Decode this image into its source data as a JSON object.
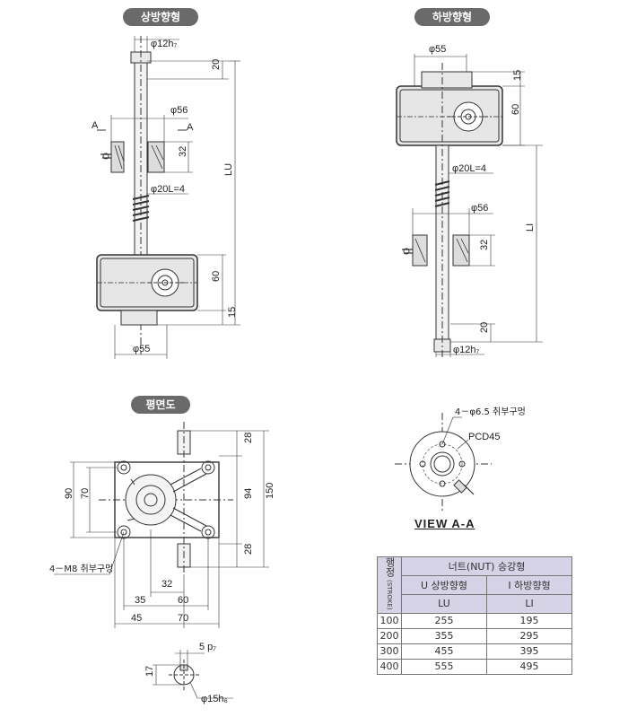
{
  "labels": {
    "upper_type": "상방향형",
    "lower_type": "하방향형",
    "plan_view": "평면도",
    "view_aa": "VIEW A-A"
  },
  "upper": {
    "d12h7": "φ12h₇",
    "d56": "φ56",
    "d20l4": "φ20L=4",
    "d55": "φ55",
    "dim_20": "20",
    "dim_32": "32",
    "dim_60": "60",
    "dim_15": "15",
    "lu": "LU",
    "a": "A"
  },
  "lower": {
    "d55": "φ55",
    "d20l4": "φ20L=4",
    "d56": "φ56",
    "d12h7": "φ12h₇",
    "dim_15": "15",
    "dim_60": "60",
    "dim_32": "32",
    "dim_20": "20",
    "li": "LI"
  },
  "plan": {
    "dim_28_top": "28",
    "dim_94": "94",
    "dim_150": "150",
    "dim_28_bottom": "28",
    "dim_90": "90",
    "dim_70_left": "70",
    "dim_32": "32",
    "dim_35": "35",
    "dim_60": "60",
    "dim_45": "45",
    "dim_70_bottom": "70",
    "m8": "4－M8 취부구멍",
    "key_5p7": "5 p₇",
    "dim_17": "17",
    "d15h6": "φ15h₆"
  },
  "view": {
    "holes": "4－φ6.5 취부구멍",
    "pcd": "PCD45"
  },
  "table": {
    "col_stroke": "행정",
    "stroke_sub": "(STROKE)",
    "col_nut": "너트(NUT) 승강형",
    "col_u": "U 상방향형",
    "col_l": "I 하방향형",
    "sub_lu": "LU",
    "sub_li": "LI",
    "rows": [
      {
        "stroke": "100",
        "lu": "255",
        "li": "195"
      },
      {
        "stroke": "200",
        "lu": "355",
        "li": "295"
      },
      {
        "stroke": "300",
        "lu": "455",
        "li": "395"
      },
      {
        "stroke": "400",
        "lu": "555",
        "li": "495"
      }
    ]
  }
}
